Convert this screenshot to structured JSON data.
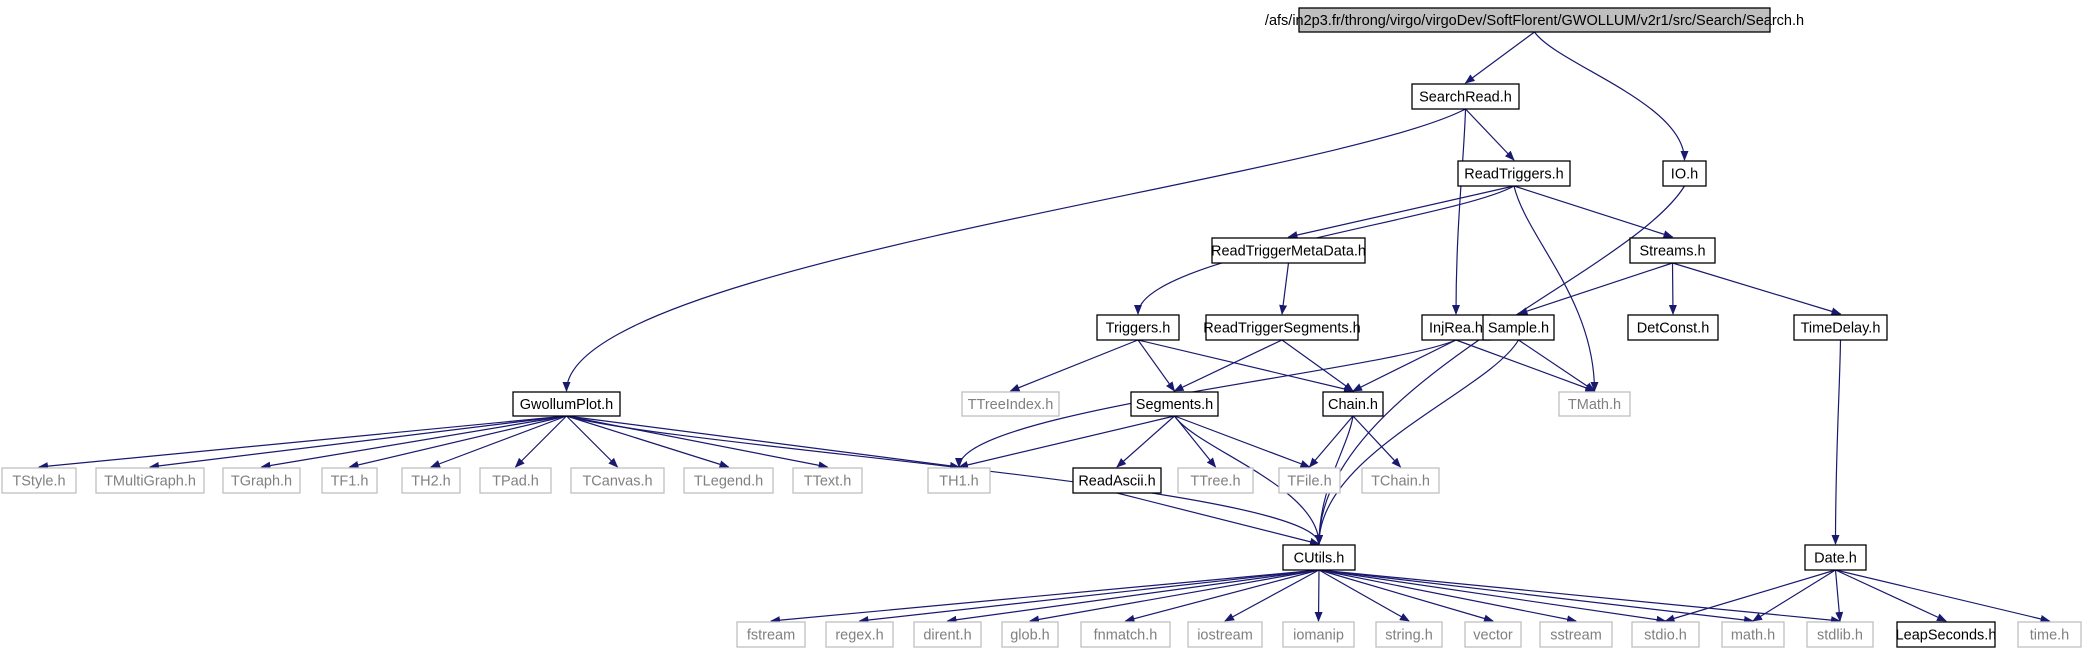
{
  "colors": {
    "edge": "#191970",
    "border_documented": "#000000",
    "border_external": "#bfbfbf",
    "root_fill": "#bfbfbf",
    "text_documented": "#000000",
    "text_external": "#808080"
  },
  "nodes": [
    {
      "id": "root",
      "label": "/afs/in2p3.fr/throng/virgo/virgoDev/SoftFlorent/GWOLLUM/v2r1/src/Search/Search.h",
      "kind": "root"
    },
    {
      "id": "searchread",
      "label": "SearchRead.h",
      "kind": "documented"
    },
    {
      "id": "io",
      "label": "IO.h",
      "kind": "documented"
    },
    {
      "id": "readtriggers",
      "label": "ReadTriggers.h",
      "kind": "documented"
    },
    {
      "id": "readtriggermetadata",
      "label": "ReadTriggerMetaData.h",
      "kind": "documented"
    },
    {
      "id": "streams",
      "label": "Streams.h",
      "kind": "documented"
    },
    {
      "id": "triggers",
      "label": "Triggers.h",
      "kind": "documented"
    },
    {
      "id": "readtriggersegments",
      "label": "ReadTriggerSegments.h",
      "kind": "documented"
    },
    {
      "id": "injrea",
      "label": "InjRea.h",
      "kind": "documented"
    },
    {
      "id": "sample",
      "label": "Sample.h",
      "kind": "documented"
    },
    {
      "id": "detconst",
      "label": "DetConst.h",
      "kind": "documented"
    },
    {
      "id": "timedelay",
      "label": "TimeDelay.h",
      "kind": "documented"
    },
    {
      "id": "ttreeindex",
      "label": "TTreeIndex.h",
      "kind": "external"
    },
    {
      "id": "gwollumplot",
      "label": "GwollumPlot.h",
      "kind": "documented"
    },
    {
      "id": "segments",
      "label": "Segments.h",
      "kind": "documented"
    },
    {
      "id": "chain",
      "label": "Chain.h",
      "kind": "documented"
    },
    {
      "id": "tmath",
      "label": "TMath.h",
      "kind": "external"
    },
    {
      "id": "tstyle",
      "label": "TStyle.h",
      "kind": "external"
    },
    {
      "id": "tmultigraph",
      "label": "TMultiGraph.h",
      "kind": "external"
    },
    {
      "id": "tgraph",
      "label": "TGraph.h",
      "kind": "external"
    },
    {
      "id": "tf1",
      "label": "TF1.h",
      "kind": "external"
    },
    {
      "id": "th2",
      "label": "TH2.h",
      "kind": "external"
    },
    {
      "id": "tpad",
      "label": "TPad.h",
      "kind": "external"
    },
    {
      "id": "tcanvas",
      "label": "TCanvas.h",
      "kind": "external"
    },
    {
      "id": "tlegend",
      "label": "TLegend.h",
      "kind": "external"
    },
    {
      "id": "ttext",
      "label": "TText.h",
      "kind": "external"
    },
    {
      "id": "th1",
      "label": "TH1.h",
      "kind": "external"
    },
    {
      "id": "readascii",
      "label": "ReadAscii.h",
      "kind": "documented"
    },
    {
      "id": "ttree",
      "label": "TTree.h",
      "kind": "external"
    },
    {
      "id": "tfile",
      "label": "TFile.h",
      "kind": "external"
    },
    {
      "id": "tchain",
      "label": "TChain.h",
      "kind": "external"
    },
    {
      "id": "cutils",
      "label": "CUtils.h",
      "kind": "documented"
    },
    {
      "id": "date",
      "label": "Date.h",
      "kind": "documented"
    },
    {
      "id": "fstream",
      "label": "fstream",
      "kind": "external"
    },
    {
      "id": "regex",
      "label": "regex.h",
      "kind": "external"
    },
    {
      "id": "dirent",
      "label": "dirent.h",
      "kind": "external"
    },
    {
      "id": "glob",
      "label": "glob.h",
      "kind": "external"
    },
    {
      "id": "fnmatch",
      "label": "fnmatch.h",
      "kind": "external"
    },
    {
      "id": "iostream",
      "label": "iostream",
      "kind": "external"
    },
    {
      "id": "iomanip",
      "label": "iomanip",
      "kind": "external"
    },
    {
      "id": "string",
      "label": "string.h",
      "kind": "external"
    },
    {
      "id": "vector",
      "label": "vector",
      "kind": "external"
    },
    {
      "id": "sstream",
      "label": "sstream",
      "kind": "external"
    },
    {
      "id": "stdio",
      "label": "stdio.h",
      "kind": "external"
    },
    {
      "id": "math",
      "label": "math.h",
      "kind": "external"
    },
    {
      "id": "stdlib",
      "label": "stdlib.h",
      "kind": "external"
    },
    {
      "id": "leapseconds",
      "label": "LeapSeconds.h",
      "kind": "documented"
    },
    {
      "id": "time",
      "label": "time.h",
      "kind": "external"
    }
  ],
  "edges": [
    [
      "root",
      "searchread"
    ],
    [
      "root",
      "io"
    ],
    [
      "searchread",
      "gwollumplot"
    ],
    [
      "searchread",
      "readtriggers"
    ],
    [
      "searchread",
      "injrea"
    ],
    [
      "io",
      "cutils"
    ],
    [
      "readtriggers",
      "readtriggermetadata"
    ],
    [
      "readtriggers",
      "streams"
    ],
    [
      "readtriggers",
      "triggers"
    ],
    [
      "readtriggers",
      "tmath"
    ],
    [
      "readtriggermetadata",
      "readtriggersegments"
    ],
    [
      "streams",
      "sample"
    ],
    [
      "streams",
      "detconst"
    ],
    [
      "streams",
      "timedelay"
    ],
    [
      "triggers",
      "ttreeindex"
    ],
    [
      "triggers",
      "segments"
    ],
    [
      "triggers",
      "chain"
    ],
    [
      "readtriggersegments",
      "segments"
    ],
    [
      "readtriggersegments",
      "chain"
    ],
    [
      "injrea",
      "chain"
    ],
    [
      "injrea",
      "th1"
    ],
    [
      "injrea",
      "tmath"
    ],
    [
      "sample",
      "tmath"
    ],
    [
      "sample",
      "cutils"
    ],
    [
      "timedelay",
      "date"
    ],
    [
      "gwollumplot",
      "tstyle"
    ],
    [
      "gwollumplot",
      "tmultigraph"
    ],
    [
      "gwollumplot",
      "tgraph"
    ],
    [
      "gwollumplot",
      "tf1"
    ],
    [
      "gwollumplot",
      "th2"
    ],
    [
      "gwollumplot",
      "tpad"
    ],
    [
      "gwollumplot",
      "tcanvas"
    ],
    [
      "gwollumplot",
      "tlegend"
    ],
    [
      "gwollumplot",
      "ttext"
    ],
    [
      "gwollumplot",
      "th1"
    ],
    [
      "gwollumplot",
      "cutils"
    ],
    [
      "segments",
      "th1"
    ],
    [
      "segments",
      "readascii"
    ],
    [
      "segments",
      "ttree"
    ],
    [
      "segments",
      "tfile"
    ],
    [
      "segments",
      "cutils"
    ],
    [
      "chain",
      "tfile"
    ],
    [
      "chain",
      "tchain"
    ],
    [
      "chain",
      "cutils"
    ],
    [
      "readascii",
      "cutils"
    ],
    [
      "cutils",
      "fstream"
    ],
    [
      "cutils",
      "regex"
    ],
    [
      "cutils",
      "dirent"
    ],
    [
      "cutils",
      "glob"
    ],
    [
      "cutils",
      "fnmatch"
    ],
    [
      "cutils",
      "iostream"
    ],
    [
      "cutils",
      "iomanip"
    ],
    [
      "cutils",
      "string"
    ],
    [
      "cutils",
      "vector"
    ],
    [
      "cutils",
      "sstream"
    ],
    [
      "cutils",
      "stdio"
    ],
    [
      "cutils",
      "math"
    ],
    [
      "cutils",
      "stdlib"
    ],
    [
      "date",
      "stdio"
    ],
    [
      "date",
      "math"
    ],
    [
      "date",
      "stdlib"
    ],
    [
      "date",
      "leapseconds"
    ],
    [
      "date",
      "time"
    ]
  ]
}
